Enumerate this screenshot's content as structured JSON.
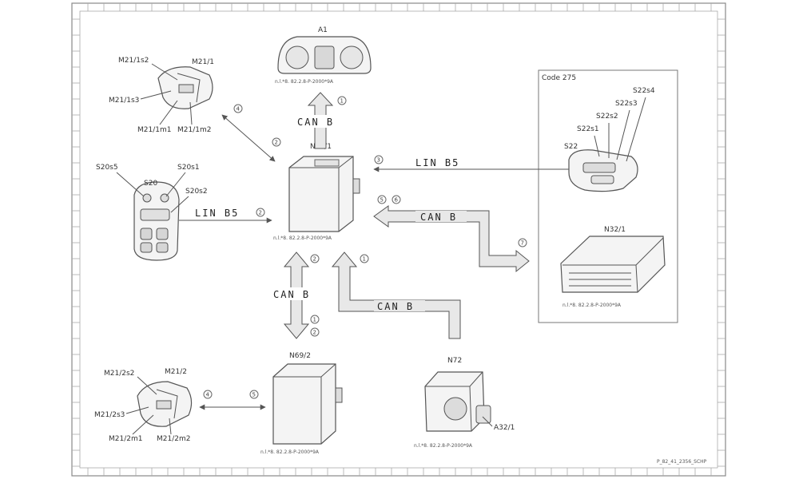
{
  "diagram": {
    "code_box_label": "Code 275",
    "doc_ref": "P_82_41_2356_SCHP",
    "components": {
      "a1": "A1",
      "m21_1": "M21/1",
      "m21_1s2": "M21/1s2",
      "m21_1s3": "M21/1s3",
      "m21_1m1": "M21/1m1",
      "m21_1m2": "M21/1m2",
      "s20": "S20",
      "s20s5": "S20s5",
      "s20s1": "S20s1",
      "s20s2": "S20s2",
      "n69_1": "N69/1",
      "s22": "S22",
      "s22s4": "S22s4",
      "s22s3": "S22s3",
      "s22s2": "S22s2",
      "s22s1": "S22s1",
      "n32_1": "N32/1",
      "n69_2": "N69/2",
      "m21_2": "M21/2",
      "m21_2s2": "M21/2s2",
      "m21_2s3": "M21/2s3",
      "m21_2m1": "M21/2m1",
      "m21_2m2": "M21/2m2",
      "n72": "N72",
      "a32_1": "A32/1"
    },
    "buses": {
      "lin_b5_left": "LIN B5",
      "lin_b5_right": "LIN B5",
      "can_b_top": "CAN B",
      "can_b_right": "CAN B",
      "can_b_vertical": "CAN B",
      "can_b_bottom": "CAN B"
    },
    "callouts": {
      "c_a1": "1",
      "c_m21_1": "4",
      "c_n69_1_diag": "2",
      "c_lin_right": "3",
      "c_can_right_a": "5",
      "c_can_right_b": "6",
      "c_n32_1": "7",
      "c_lin_left": "2",
      "c_vert_top": "2",
      "c_n72_up": "1",
      "c_vert_bot_a": "1",
      "c_vert_bot_b": "2",
      "c_m21_2": "4",
      "c_n69_2": "5"
    },
    "part_refs": {
      "ref_a1": "n.l.*8. 82.2.8-P-2000*9A",
      "ref_n69_1": "n.l.*8. 82.2.8-P-2000*9A",
      "ref_n32_1": "n.l.*8. 82.2.8-P-2000*9A",
      "ref_n69_2": "n.l.*8. 82.2.8-P-2000*9A",
      "ref_n72": "n.l.*8. 82.2.8-P-2000*9A"
    },
    "colors": {
      "line": "#555555",
      "bus_fill": "#e8e8e8",
      "part_fill": "#f4f4f4",
      "frame": "#888888"
    }
  }
}
